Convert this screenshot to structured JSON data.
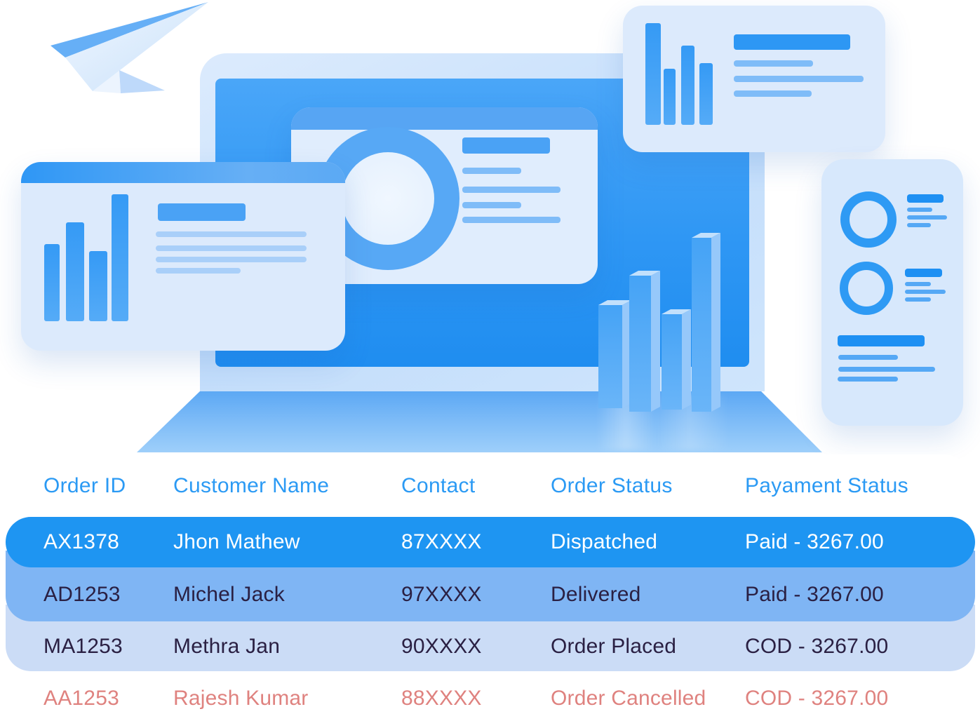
{
  "illustration": {
    "icons": {
      "paper_plane": "paper-plane-icon",
      "laptop": "laptop-dashboard",
      "left_card": "bar-chart-card",
      "center_card": "donut-report-card",
      "top_right_card": "bar-chart-card",
      "right_card": "mobile-stats-card",
      "bars_3d": "3d-bar-chart"
    }
  },
  "table": {
    "columns": [
      "Order ID",
      "Customer Name",
      "Contact",
      "Order Status",
      "Payament Status"
    ],
    "rows": [
      {
        "order_id": "AX1378",
        "customer_name": "Jhon Mathew",
        "contact": "87XXXX",
        "order_status": "Dispatched",
        "payment_status": "Paid - 3267.00",
        "state": "selected"
      },
      {
        "order_id": "AD1253",
        "customer_name": "Michel Jack",
        "contact": "97XXXX",
        "order_status": "Delivered",
        "payment_status": "Paid - 3267.00",
        "state": "normal"
      },
      {
        "order_id": "MA1253",
        "customer_name": "Methra Jan",
        "contact": "90XXXX",
        "order_status": "Order Placed",
        "payment_status": "COD - 3267.00",
        "state": "normal"
      },
      {
        "order_id": "AA1253",
        "customer_name": "Rajesh Kumar",
        "contact": "88XXXX",
        "order_status": "Order Cancelled",
        "payment_status": "COD - 3267.00",
        "state": "cancelled"
      }
    ]
  },
  "colors": {
    "accent_blue": "#2196F3",
    "header_text": "#2B9AF4",
    "row_selected_bg": "#1E95F2",
    "row_medium_bg": "#7FB5F4",
    "row_light_bg": "#CBDCF6",
    "row_text_dark": "#2A2043",
    "row_cancelled_text": "#DF827F",
    "row_selected_text": "#FFFFFF",
    "card_bg": "#DCEAFC",
    "illustration_blue": "#3F9FF5"
  }
}
